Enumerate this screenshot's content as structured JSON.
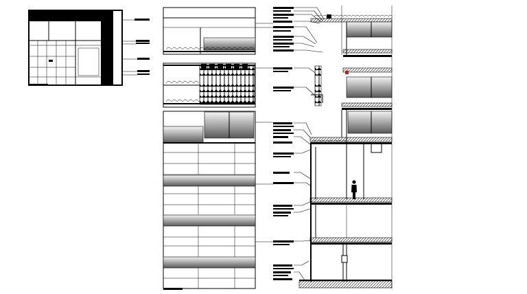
{
  "drawing": {
    "panels": [
      "elevation-detail",
      "facade-elevation",
      "wall-section",
      "building-section"
    ],
    "accent_color": "#e01010",
    "line_color": "#000000",
    "background": "#ffffff",
    "text_labels": []
  }
}
